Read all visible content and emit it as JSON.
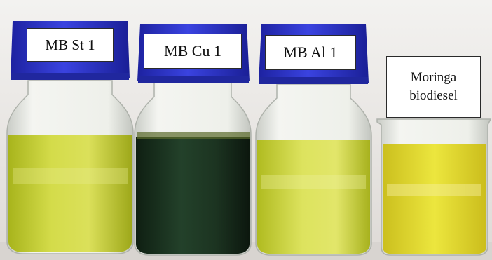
{
  "photo": {
    "samples": [
      {
        "id": "st",
        "label": "MB St 1",
        "liquid_color": "#c9d23a",
        "cap_color": "#2b33c8"
      },
      {
        "id": "cu",
        "label": "MB Cu 1",
        "liquid_color": "#1f3a22",
        "cap_color": "#2b33c8"
      },
      {
        "id": "al",
        "label": "MB Al 1",
        "liquid_color": "#d2da4c",
        "cap_color": "#2b33c8"
      },
      {
        "id": "moringa",
        "label_line1": "Moringa",
        "label_line2": "biodiesel",
        "liquid_color": "#e0d836"
      }
    ],
    "colors": {
      "background": "#e9e6e3",
      "table": "#ddd9d5",
      "glass": "#f2f3ef"
    }
  }
}
